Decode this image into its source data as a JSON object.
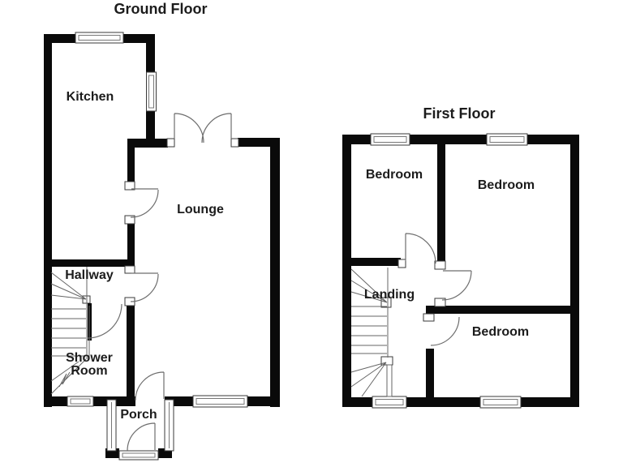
{
  "colors": {
    "wall": "#0a0a0a",
    "line": "#5a5a5a",
    "text": "#1c1c1c",
    "background": "#ffffff"
  },
  "ground_floor": {
    "title": "Ground Floor",
    "rooms": {
      "kitchen": "Kitchen",
      "lounge": "Lounge",
      "hallway": "Hallway",
      "shower_room_line1": "Shower",
      "shower_room_line2": "Room",
      "porch": "Porch"
    }
  },
  "first_floor": {
    "title": "First Floor",
    "rooms": {
      "bedroom_left": "Bedroom",
      "bedroom_right": "Bedroom",
      "bedroom_bottom": "Bedroom",
      "landing": "Landing"
    }
  }
}
